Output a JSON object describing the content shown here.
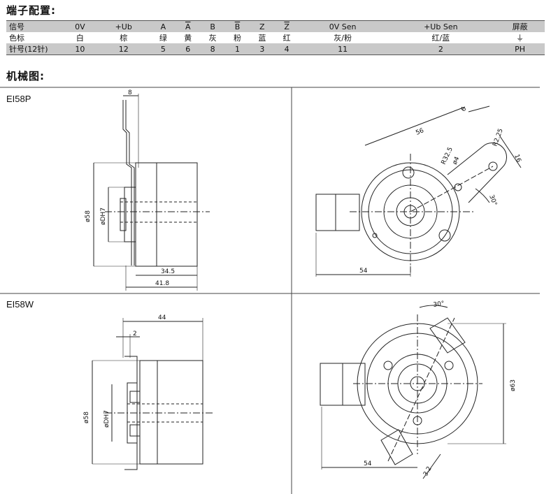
{
  "headings": {
    "terminal": "端子配置:",
    "mechanical": "机械图:"
  },
  "pin_table": {
    "header": [
      "信号",
      "0V",
      "+Ub",
      "A",
      "A",
      "B",
      "B",
      "Z",
      "Z",
      "0V Sen",
      "+Ub Sen",
      "屏蔽"
    ],
    "colors": [
      "色标",
      "白",
      "棕",
      "绿",
      "黄",
      "灰",
      "粉",
      "蓝",
      "红",
      "灰/粉",
      "红/蓝",
      "⏚"
    ],
    "pins": [
      "针号(12针)",
      "10",
      "12",
      "5",
      "6",
      "8",
      "1",
      "3",
      "4",
      "11",
      "2",
      "PH"
    ]
  },
  "models": {
    "top": "EI58P",
    "bottom": "EI58W"
  },
  "dims": {
    "p_flange": "8",
    "p_dia": "ø58",
    "p_bore": "øDH7",
    "p_len1": "34.5",
    "p_len2": "41.8",
    "p_56": "56",
    "p_6": "6",
    "p_r225": "R2.25",
    "p_16": "16",
    "p_r325": "R32.5",
    "p_4": "ø4",
    "p_30": "30°",
    "p_54": "54",
    "w_44": "44",
    "w_2": "2",
    "w_dia": "ø58",
    "w_bore": "øDH7",
    "w_30": "30°",
    "w_63": "ø63",
    "w_54": "54",
    "w_32": "3.2"
  }
}
